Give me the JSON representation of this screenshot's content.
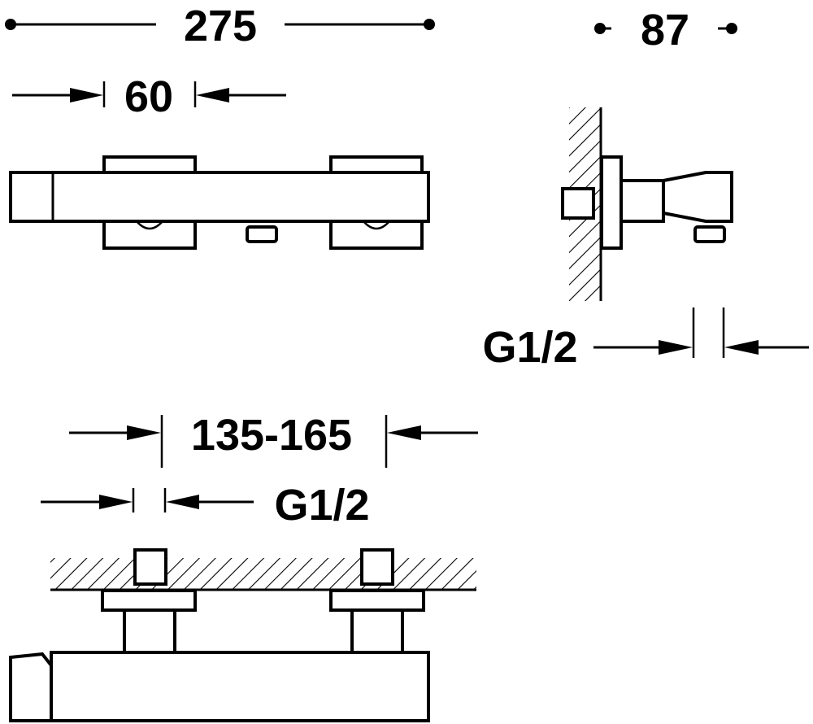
{
  "dimensions": {
    "overall_width": "275",
    "valve_width": "60",
    "projection": "87",
    "side_connection": "G1/2",
    "centers_range": "135-165",
    "bottom_connection": "G1/2"
  },
  "colors": {
    "line": "#000000",
    "background": "#ffffff"
  }
}
